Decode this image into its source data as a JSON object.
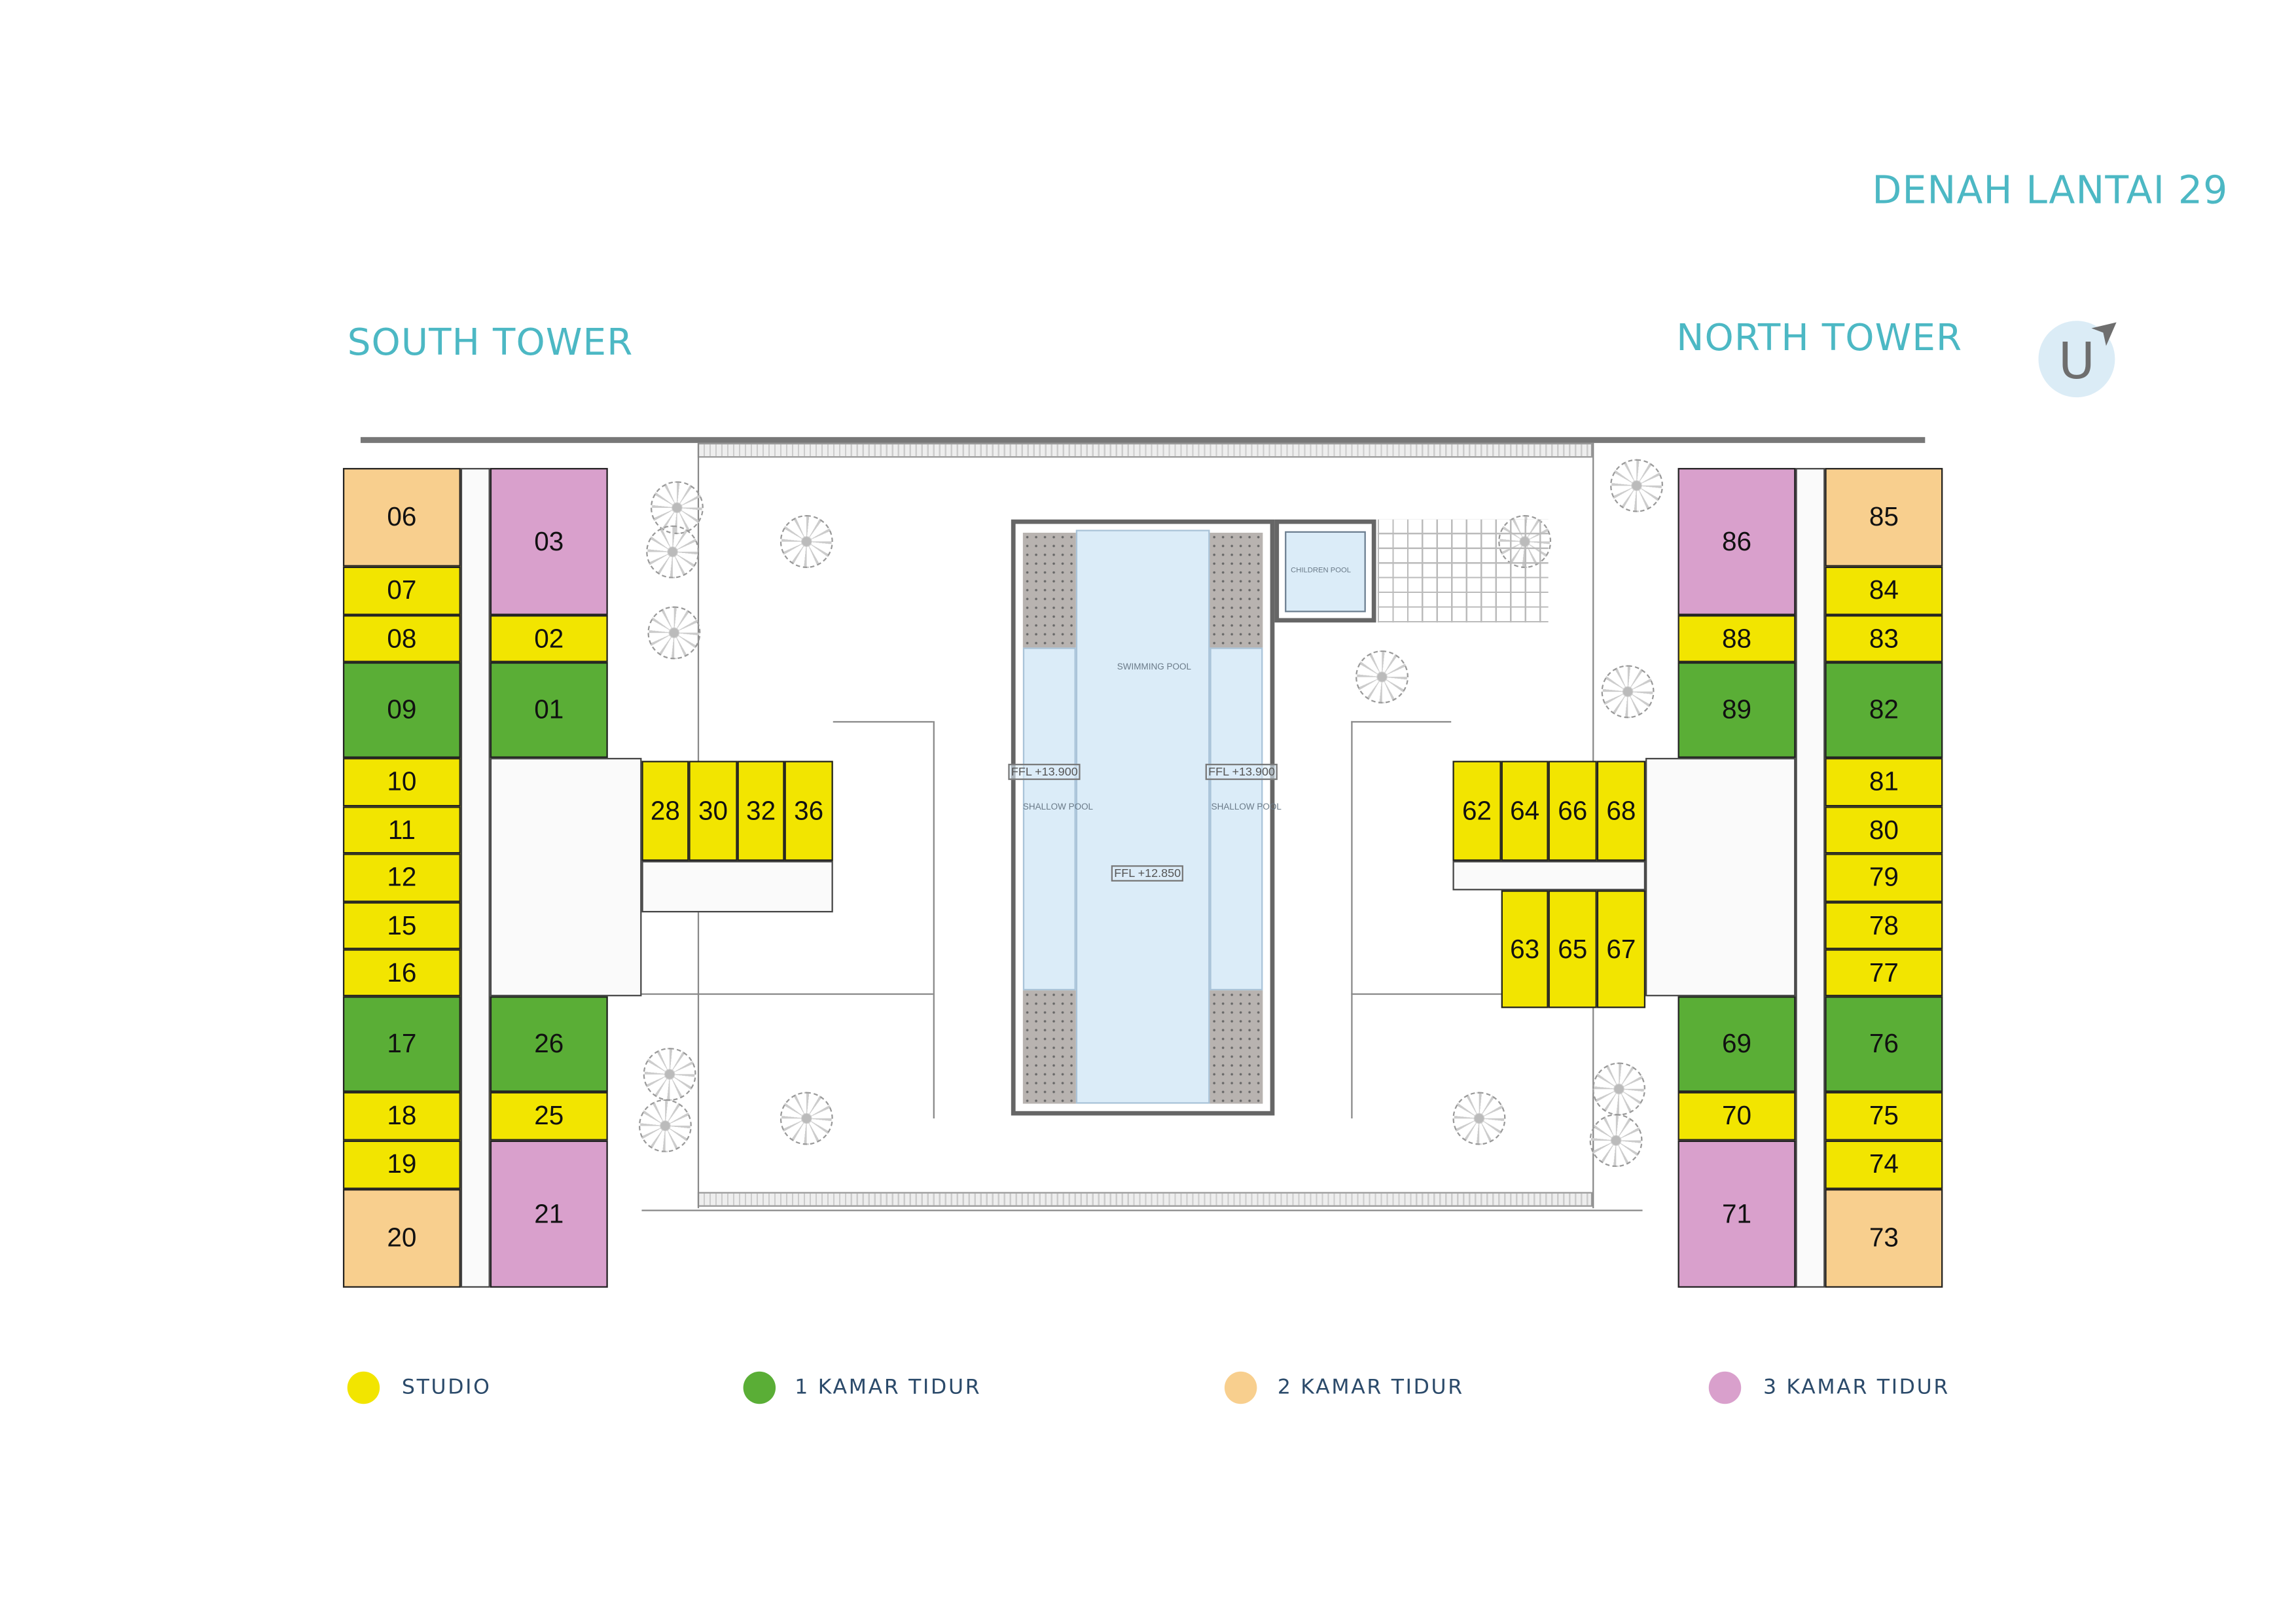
{
  "header": {
    "title": "DENAH LANTAI 29"
  },
  "towers": {
    "south": "SOUTH TOWER",
    "north": "NORTH TOWER"
  },
  "north_indicator": {
    "letter": "U"
  },
  "pool": {
    "swimming_pool": "SWIMMING POOL",
    "children_pool": "CHILDREN POOL",
    "shallow_left": "SHALLOW POOL",
    "shallow_right": "SHALLOW POOL",
    "ffl_left": "FFL +13.900",
    "ffl_right": "FFL +13.900",
    "ffl_center": "FFL +12.850"
  },
  "unit_types": {
    "studio": {
      "label": "STUDIO",
      "color": "#f2e500"
    },
    "1br": {
      "label": "1 KAMAR TIDUR",
      "color": "#5aae36"
    },
    "2br": {
      "label": "2 KAMAR TIDUR",
      "color": "#f8cf8e"
    },
    "3br": {
      "label": "3 KAMAR TIDUR",
      "color": "#d9a0cc"
    }
  },
  "units": [
    {
      "no": "06",
      "type": "2br"
    },
    {
      "no": "07",
      "type": "studio"
    },
    {
      "no": "08",
      "type": "studio"
    },
    {
      "no": "09",
      "type": "1br"
    },
    {
      "no": "10",
      "type": "studio"
    },
    {
      "no": "11",
      "type": "studio"
    },
    {
      "no": "12",
      "type": "studio"
    },
    {
      "no": "15",
      "type": "studio"
    },
    {
      "no": "16",
      "type": "studio"
    },
    {
      "no": "17",
      "type": "1br"
    },
    {
      "no": "18",
      "type": "studio"
    },
    {
      "no": "19",
      "type": "studio"
    },
    {
      "no": "20",
      "type": "2br"
    },
    {
      "no": "03",
      "type": "3br"
    },
    {
      "no": "02",
      "type": "studio"
    },
    {
      "no": "01",
      "type": "1br"
    },
    {
      "no": "26",
      "type": "1br"
    },
    {
      "no": "25",
      "type": "studio"
    },
    {
      "no": "21",
      "type": "3br"
    },
    {
      "no": "28",
      "type": "studio"
    },
    {
      "no": "30",
      "type": "studio"
    },
    {
      "no": "32",
      "type": "studio"
    },
    {
      "no": "36",
      "type": "studio"
    },
    {
      "no": "85",
      "type": "2br"
    },
    {
      "no": "84",
      "type": "studio"
    },
    {
      "no": "83",
      "type": "studio"
    },
    {
      "no": "82",
      "type": "1br"
    },
    {
      "no": "81",
      "type": "studio"
    },
    {
      "no": "80",
      "type": "studio"
    },
    {
      "no": "79",
      "type": "studio"
    },
    {
      "no": "78",
      "type": "studio"
    },
    {
      "no": "77",
      "type": "studio"
    },
    {
      "no": "76",
      "type": "1br"
    },
    {
      "no": "75",
      "type": "studio"
    },
    {
      "no": "74",
      "type": "studio"
    },
    {
      "no": "73",
      "type": "2br"
    },
    {
      "no": "86",
      "type": "3br"
    },
    {
      "no": "88",
      "type": "studio"
    },
    {
      "no": "89",
      "type": "1br"
    },
    {
      "no": "69",
      "type": "1br"
    },
    {
      "no": "70",
      "type": "studio"
    },
    {
      "no": "71",
      "type": "3br"
    },
    {
      "no": "62",
      "type": "studio"
    },
    {
      "no": "64",
      "type": "studio"
    },
    {
      "no": "66",
      "type": "studio"
    },
    {
      "no": "68",
      "type": "studio"
    },
    {
      "no": "63",
      "type": "studio"
    },
    {
      "no": "65",
      "type": "studio"
    },
    {
      "no": "67",
      "type": "studio"
    }
  ]
}
